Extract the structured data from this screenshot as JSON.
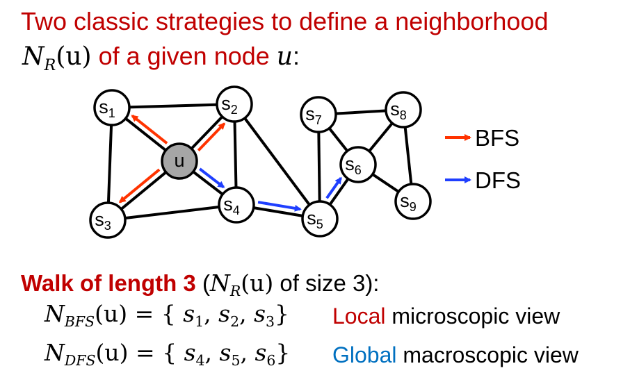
{
  "title": {
    "line1": "Two classic strategies to define a neighborhood",
    "line2_math_N": "N",
    "line2_math_sub": "R",
    "line2_math_arg": "(u)",
    "line2_text": " of a given node ",
    "line2_node": "u",
    "line2_end": ":"
  },
  "graph": {
    "nodes": [
      {
        "id": "s1",
        "letter": "s",
        "sub": "1"
      },
      {
        "id": "s2",
        "letter": "s",
        "sub": "2"
      },
      {
        "id": "u",
        "letter": "u",
        "sub": ""
      },
      {
        "id": "s3",
        "letter": "s",
        "sub": "3"
      },
      {
        "id": "s4",
        "letter": "s",
        "sub": "4"
      },
      {
        "id": "s5",
        "letter": "s",
        "sub": "5"
      },
      {
        "id": "s6",
        "letter": "s",
        "sub": "6"
      },
      {
        "id": "s7",
        "letter": "s",
        "sub": "7"
      },
      {
        "id": "s8",
        "letter": "s",
        "sub": "8"
      },
      {
        "id": "s9",
        "letter": "s",
        "sub": "9"
      }
    ],
    "edges": [
      [
        "s1",
        "s2"
      ],
      [
        "s1",
        "s3"
      ],
      [
        "s1",
        "u"
      ],
      [
        "s2",
        "u"
      ],
      [
        "s2",
        "s4"
      ],
      [
        "s2",
        "s5"
      ],
      [
        "s3",
        "u"
      ],
      [
        "s3",
        "s4"
      ],
      [
        "u",
        "s4"
      ],
      [
        "s4",
        "s5"
      ],
      [
        "s5",
        "s6"
      ],
      [
        "s5",
        "s7"
      ],
      [
        "s6",
        "s7"
      ],
      [
        "s6",
        "s8"
      ],
      [
        "s6",
        "s9"
      ],
      [
        "s7",
        "s8"
      ],
      [
        "s8",
        "s9"
      ]
    ],
    "bfs_arrows": [
      [
        "u",
        "s1"
      ],
      [
        "u",
        "s2"
      ],
      [
        "u",
        "s3"
      ]
    ],
    "dfs_arrows": [
      [
        "u",
        "s4"
      ],
      [
        "s4",
        "s5"
      ],
      [
        "s5",
        "s6"
      ]
    ],
    "node_fill": "#ffffff",
    "start_node_fill": "#a6a6a6"
  },
  "legend": {
    "bfs_label": "BFS",
    "dfs_label": "DFS",
    "bfs_color": "#ff3300",
    "dfs_color": "#1f3fff"
  },
  "walk": {
    "bold": "Walk of length 3",
    "open": " (",
    "math_N": "N",
    "math_sub": "R",
    "math_arg": "(u)",
    "rest": " of size 3):"
  },
  "formulas": [
    {
      "N": "N",
      "sub": "BFS",
      "arg": "(u) = { ",
      "set": [
        "s",
        "1",
        ", ",
        "s",
        "2",
        ", ",
        "s",
        "3"
      ],
      "close": "}",
      "keyword": "Local",
      "desc": " microscopic view",
      "keyword_color": "#c00000"
    },
    {
      "N": "N",
      "sub": "DFS",
      "arg": "(u) = { ",
      "set": [
        "s",
        "4",
        ", ",
        "s",
        "5",
        ", ",
        "s",
        "6"
      ],
      "close": "}",
      "keyword": "Global",
      "desc": " macroscopic view",
      "keyword_color": "#0070c0"
    }
  ],
  "colors": {
    "heading_red": "#c00000",
    "text": "#000000"
  }
}
